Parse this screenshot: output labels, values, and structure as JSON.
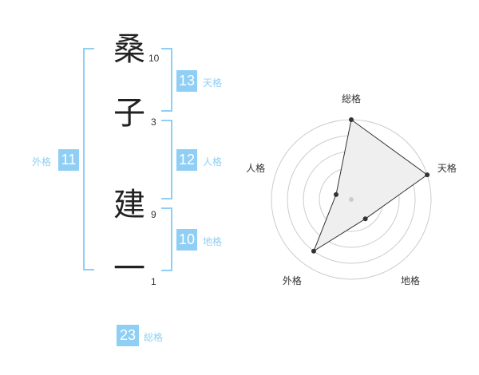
{
  "name": {
    "chars": [
      {
        "char": "桑",
        "strokes": "10"
      },
      {
        "char": "子",
        "strokes": "3"
      },
      {
        "char": "建",
        "strokes": "9"
      },
      {
        "char": "一",
        "strokes": "1"
      }
    ]
  },
  "kakusu": {
    "tenkaku": {
      "value": "13",
      "label": "天格"
    },
    "jinkaku": {
      "value": "12",
      "label": "人格"
    },
    "chikaku": {
      "value": "10",
      "label": "地格"
    },
    "gaikaku": {
      "value": "11",
      "label": "外格"
    },
    "soukaku": {
      "value": "23",
      "label": "総格"
    }
  },
  "colors": {
    "accent": "#8fcff5",
    "radar_fill": "#efefef",
    "ring": "#cccccc"
  },
  "chart_data": {
    "type": "radar",
    "axes": [
      "総格",
      "天格",
      "地格",
      "外格",
      "人格"
    ],
    "values": [
      5,
      5,
      1.5,
      4,
      1
    ],
    "rmax": 5,
    "rings": 5
  }
}
